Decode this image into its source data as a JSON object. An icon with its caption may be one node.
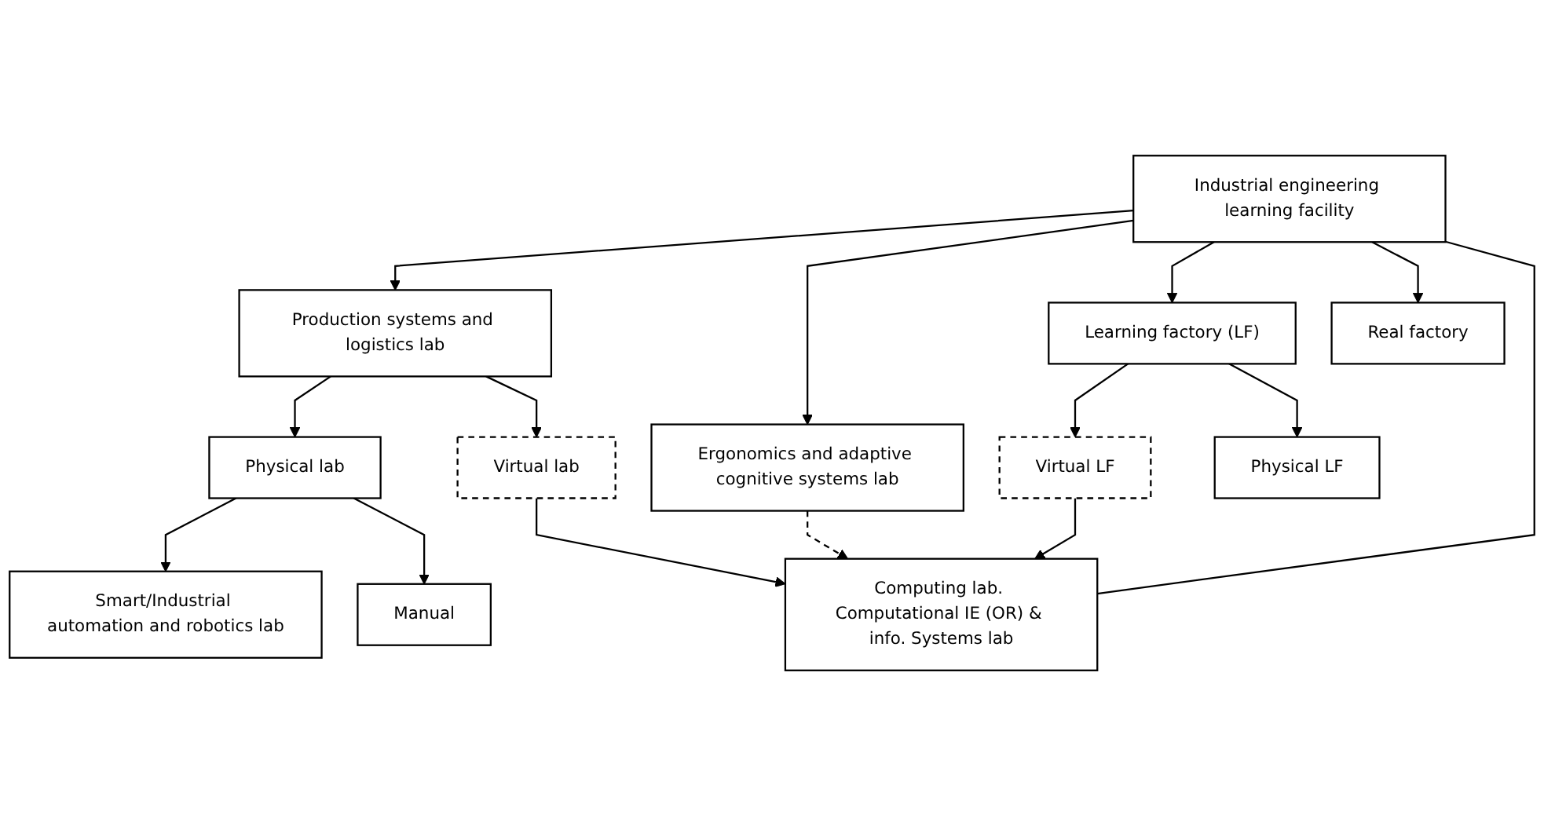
{
  "diagram": {
    "nodes": [
      {
        "text": [
          "Industrial engineering learning facility"
        ]
      },
      {
        "text": [
          "Production systems and logistics lab"
        ]
      },
      {
        "text": [
          "Ergonomics and adaptive cognitive systems lab"
        ]
      },
      {
        "text": [
          "Learning factory (LF)"
        ]
      },
      {
        "text": [
          "Real factory"
        ]
      },
      {
        "text": [
          "Physical lab"
        ]
      },
      {
        "text": [
          "Virtual lab"
        ]
      },
      {
        "text": [
          "Virtual LF"
        ]
      },
      {
        "text": [
          "Physical LF"
        ]
      },
      {
        "text": [
          "Smart/Industrial automation and robotics lab"
        ]
      },
      {
        "text": [
          "Manual"
        ]
      },
      {
        "text": [
          "Computing lab. Computational IE (OR) & info. Systems lab"
        ]
      }
    ],
    "edges": [
      {
        "from": 0,
        "to": 1,
        "arrow": "to"
      },
      {
        "from": 0,
        "to": 2,
        "arrow": "to"
      },
      {
        "from": 0,
        "to": 3,
        "arrow": "to"
      },
      {
        "from": 0,
        "to": 4,
        "arrow": "to"
      },
      {
        "from": 0,
        "to": 11,
        "arrow": "none"
      },
      {
        "from": 1,
        "to": 5,
        "arrow": "to"
      },
      {
        "from": 1,
        "to": 6,
        "arrow": "to"
      },
      {
        "from": 5,
        "to": 9,
        "arrow": "to"
      },
      {
        "from": 5,
        "to": 10,
        "arrow": "to"
      },
      {
        "from": 6,
        "to": 11,
        "arrow": "to"
      },
      {
        "from": 2,
        "to": 11,
        "arrow": "to",
        "style": "dashed"
      },
      {
        "from": 3,
        "to": 7,
        "arrow": "to"
      },
      {
        "from": 3,
        "to": 8,
        "arrow": "to"
      },
      {
        "from": 7,
        "to": 11,
        "arrow": "to"
      }
    ]
  }
}
